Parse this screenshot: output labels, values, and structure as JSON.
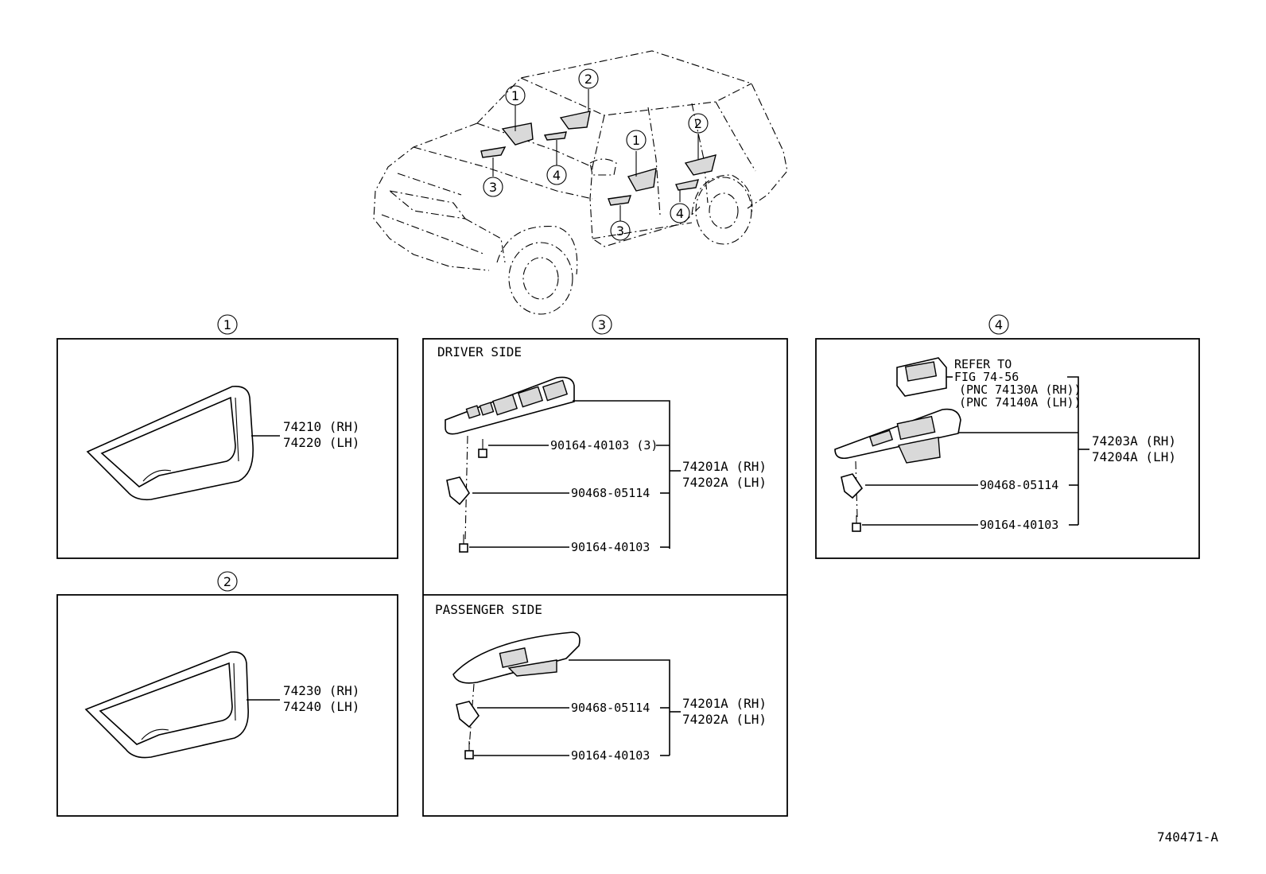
{
  "callouts": {
    "c1": "1",
    "c2": "2",
    "c3": "3",
    "c4": "4"
  },
  "panel1": {
    "parts": [
      "74210 (RH)",
      "74220 (LH)"
    ]
  },
  "panel2": {
    "parts": [
      "74230 (RH)",
      "74240 (LH)"
    ]
  },
  "panel3": {
    "driver_title": "DRIVER SIDE",
    "driver_screw_3": "90164-40103 (3)",
    "driver_clip": "90468-05114",
    "driver_screw": "90164-40103",
    "driver_parts": [
      "74201A (RH)",
      "74202A (LH)"
    ],
    "passenger_title": "PASSENGER SIDE",
    "passenger_clip": "90468-05114",
    "passenger_screw": "90164-40103",
    "passenger_parts": [
      "74201A (RH)",
      "74202A (LH)"
    ]
  },
  "panel4": {
    "refer_lines": [
      "REFER TO",
      "FIG 74-56",
      "(PNC 74130A (RH))",
      "(PNC 74140A (LH))"
    ],
    "clip": "90468-05114",
    "screw": "90164-40103",
    "parts": [
      "74203A (RH)",
      "74204A (LH)"
    ]
  },
  "figure_id": "740471-A"
}
